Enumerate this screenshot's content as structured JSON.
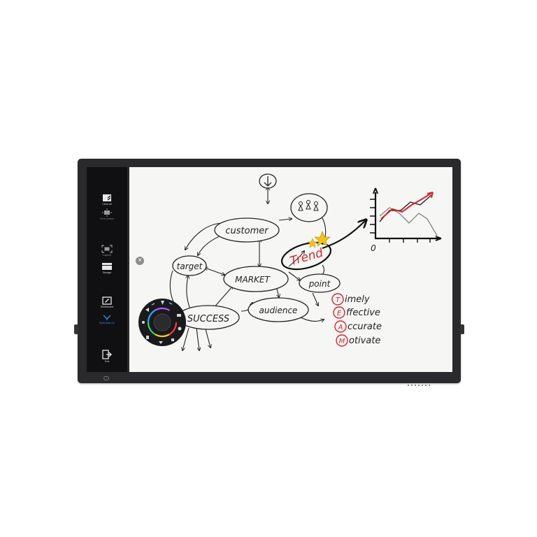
{
  "sidebar": {
    "items": [
      {
        "label": "Clear all",
        "icon": "clear-all-icon"
      },
      {
        "label": "Fit to screen",
        "icon": "fit-to-screen-icon"
      },
      {
        "label": "Capture",
        "icon": "capture-icon"
      },
      {
        "label": "Storage",
        "icon": "storage-icon"
      },
      {
        "label": "Whiteboard",
        "icon": "whiteboard-icon"
      },
      {
        "label": "Multi draw On",
        "icon": "multi-draw-icon"
      },
      {
        "label": "Exit",
        "icon": "exit-icon"
      }
    ]
  },
  "board": {
    "customer": "customer",
    "target": "target",
    "market": "MARKET",
    "trend": "Trend",
    "point": "point",
    "audience": "audience",
    "success": "SUCCESS",
    "team_letters": [
      "T",
      "E",
      "A",
      "M"
    ],
    "team_words": [
      "imely",
      "ffective",
      "ccurate",
      "otivate"
    ],
    "chart_axis_zero": "0"
  },
  "close_button": {
    "label": "×"
  },
  "colors": {
    "bezel": "#2a2a2c",
    "sidebar": "#101012",
    "ink": "#222222",
    "accent_red": "#d8262f",
    "star_yellow": "#f3c316",
    "highlight_blue": "#3a8fe8"
  }
}
